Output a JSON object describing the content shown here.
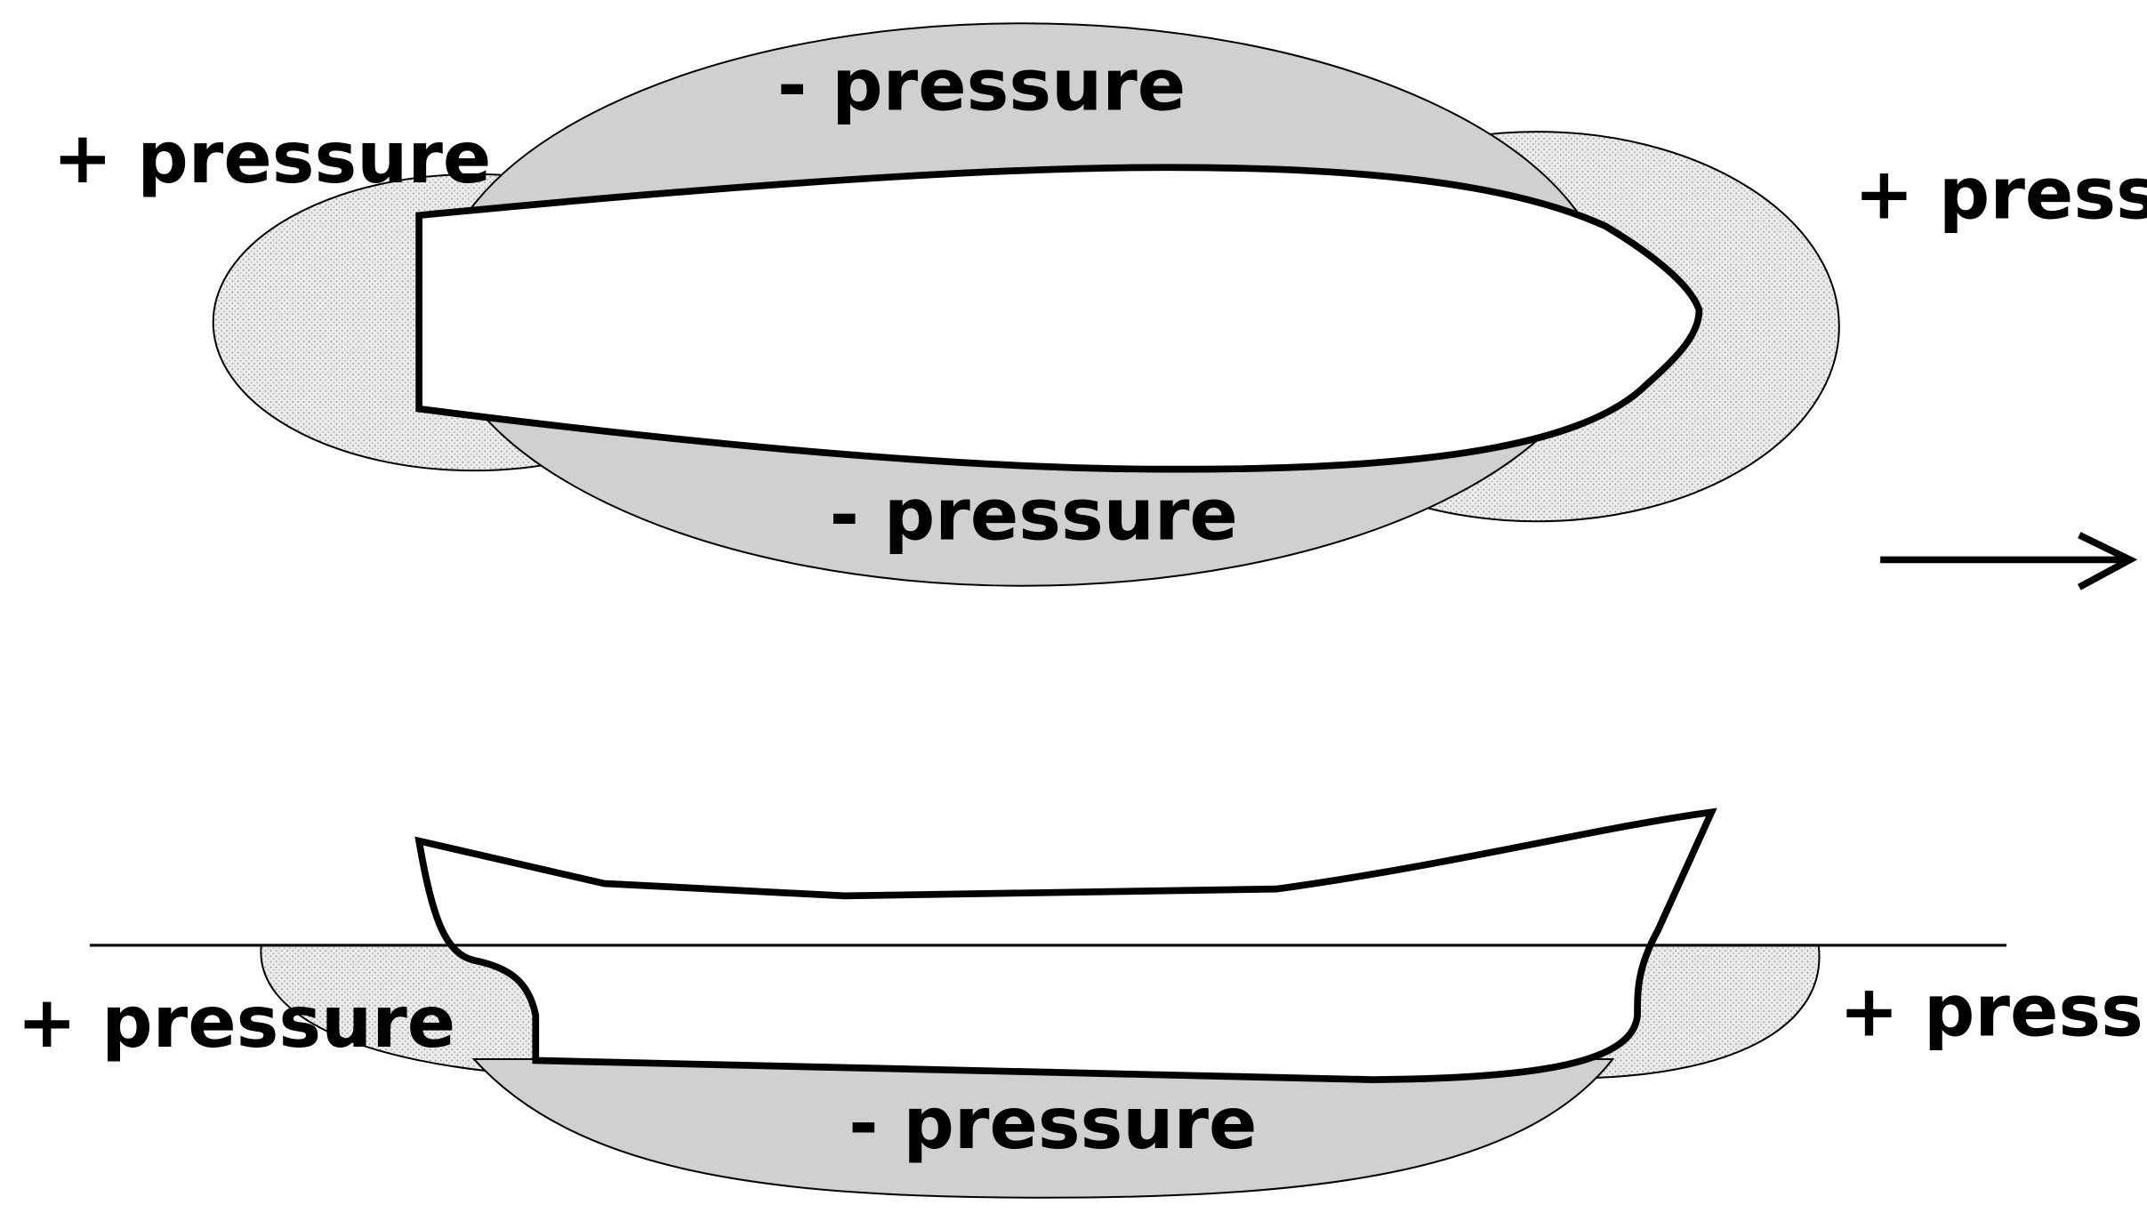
{
  "labels": {
    "plan_top_negative": "- pressure",
    "plan_bottom_negative": "- pressure",
    "plan_stern_positive": "+ pressure",
    "plan_bow_positive": "+ pressure",
    "profile_stern_positive": "+ pressure",
    "profile_bow_positive": "+ pressure",
    "profile_bottom_negative": "- pressure"
  },
  "colors": {
    "positive_pressure_fill": "#e6e6e6",
    "negative_pressure_fill": "#d0d0d0",
    "hull_fill": "#ffffff",
    "outline": "#000000"
  },
  "icons": {
    "direction_of_motion": "arrow-right-icon"
  }
}
